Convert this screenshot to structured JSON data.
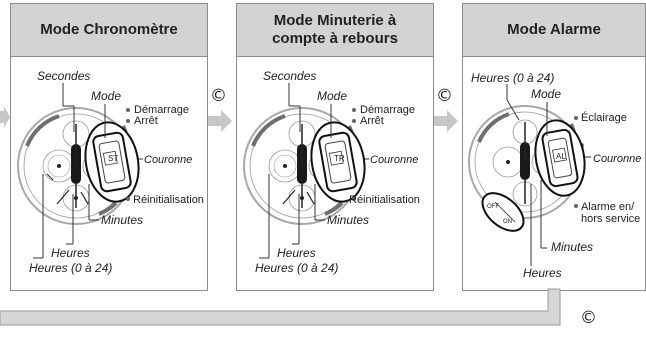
{
  "panels": [
    {
      "title_line1": "Mode Chronomètre",
      "title_line2": "",
      "mode_label": "Mode",
      "seconds_label": "Secondes",
      "start_label": "Démarrage",
      "stop_label": "Arrêt",
      "crown_label": "Couronne",
      "reset_label": "Réinitialisation",
      "minutes_label": "Minutes",
      "hours_label": "Heures",
      "hours24_label": "Heures (0 à 24)",
      "indicator": "ST"
    },
    {
      "title_line1": "Mode Minuterie à",
      "title_line2": "compte à rebours",
      "mode_label": "Mode",
      "seconds_label": "Secondes",
      "start_label": "Démarrage",
      "stop_label": "Arrêt",
      "crown_label": "Couronne",
      "reset_label": "Réinitialisation",
      "minutes_label": "Minutes",
      "hours_label": "Heures",
      "hours24_label": "Heures (0 à 24)",
      "indicator": "TR"
    },
    {
      "title_line1": "Mode Alarme",
      "title_line2": "",
      "mode_label": "Mode",
      "hours24_label": "Heures (0 à 24)",
      "light_label": "Éclairage",
      "crown_label": "Couronne",
      "alarm_toggle_line1": "Alarme en/",
      "alarm_toggle_line2": "hors service",
      "minutes_label": "Minutes",
      "hours_label": "Heures",
      "indicator": "AL",
      "off_label": "OFF",
      "on_label": "ON"
    }
  ],
  "button_mark": "©"
}
